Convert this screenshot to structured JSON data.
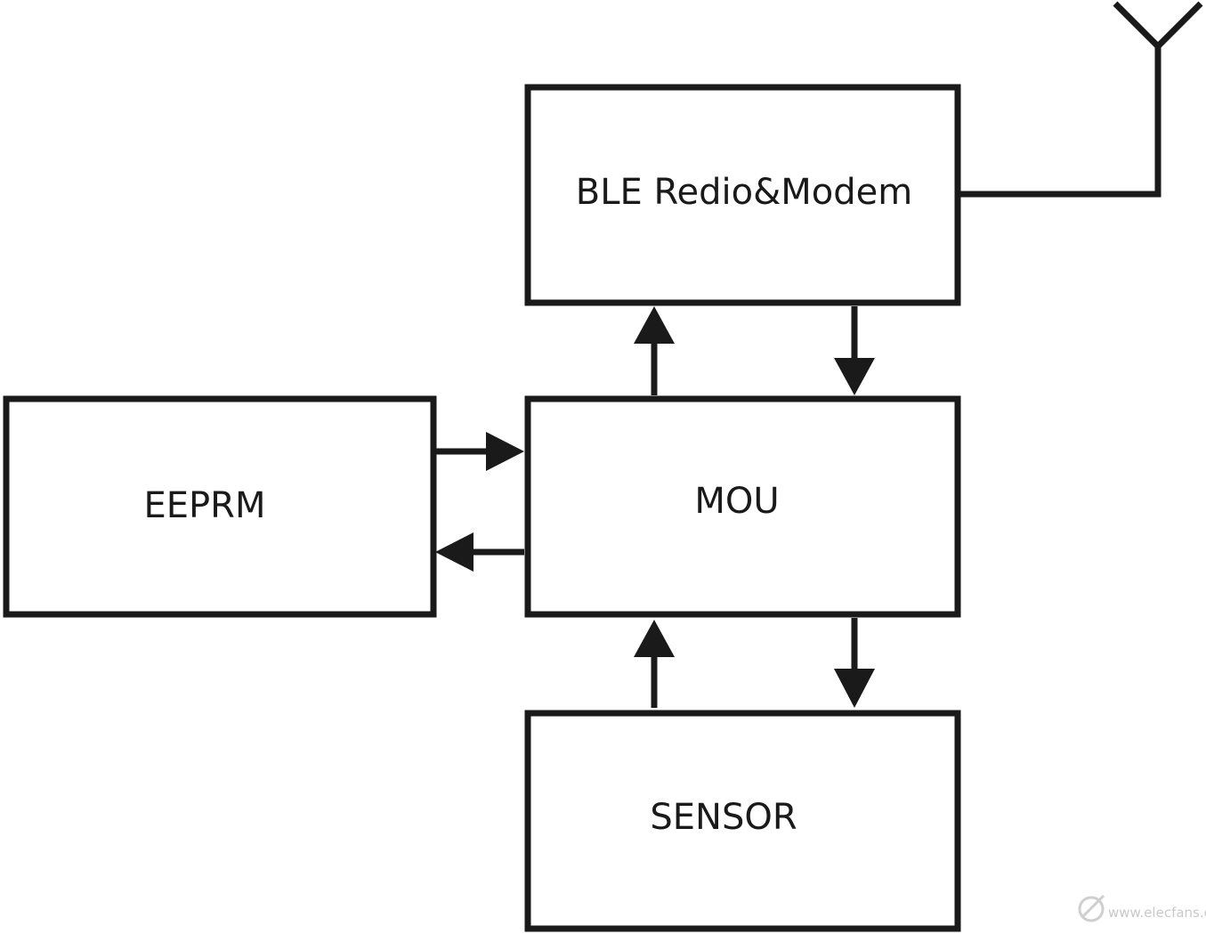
{
  "blocks": {
    "ble": {
      "label": "BLE Redio&Modem"
    },
    "mou": {
      "label": "MOU"
    },
    "eeprm": {
      "label": "EEPRM"
    },
    "sensor": {
      "label": "SENSOR"
    }
  },
  "watermark": {
    "text": "www.elecfans.com"
  }
}
